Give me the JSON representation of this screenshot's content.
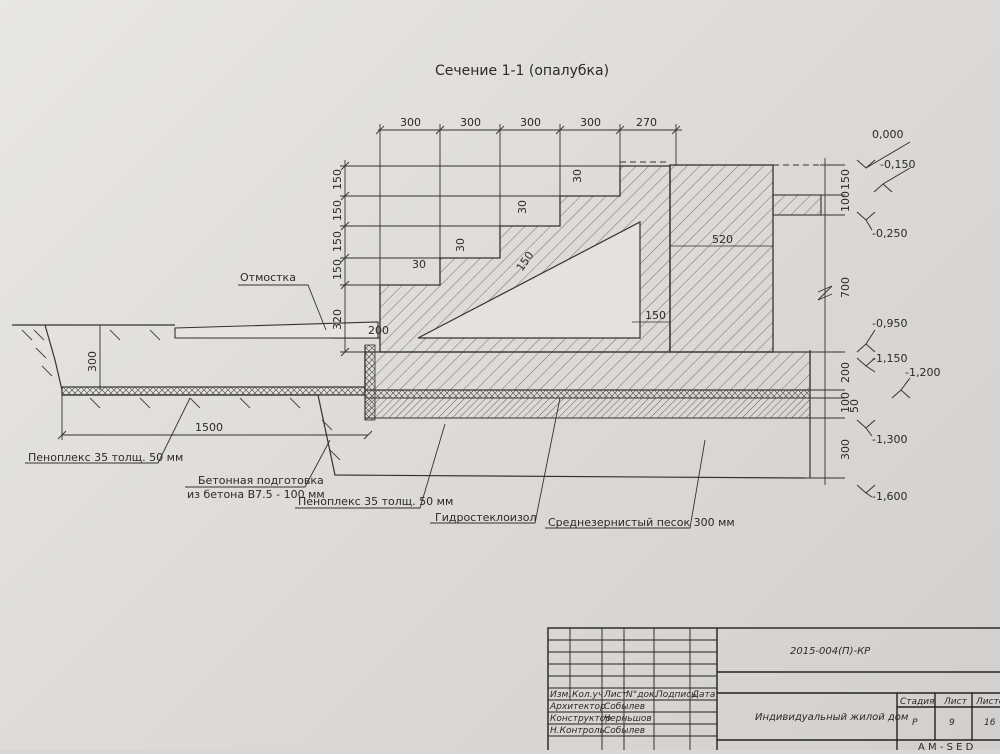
{
  "drawing": {
    "title": "Сечение 1-1 (опалубка)",
    "step_widths": [
      "300",
      "300",
      "300",
      "300",
      "270"
    ],
    "riser_heights": [
      "150",
      "150",
      "150",
      "150",
      "320"
    ],
    "nosing": [
      "30",
      "30",
      "30",
      "30"
    ],
    "slope_thickness": "150",
    "wall_width": "520",
    "rib_width": "150",
    "inner_dim": "200",
    "right_dims": [
      "150",
      "100",
      "700",
      "200",
      "100",
      "50",
      "300"
    ],
    "left_dim": "300",
    "bottom_dim": "1500",
    "levels": [
      "0,000",
      "-0,150",
      "-0,250",
      "-0,950",
      "-1,150",
      "-1,200",
      "-1,300",
      "-1,600"
    ],
    "labels": {
      "otmostka": "Отмостка",
      "penoplex_left": "Пеноплекс 35 толщ. 50 мм",
      "concrete_line1": "Бетонная подготовка",
      "concrete_line2": "из бетона В7.5 - 100 мм",
      "penoplex_right": "Пеноплекс 35 толщ. 50 мм",
      "gidro": "Гидростеклоизол",
      "sand": "Среднезернистый песок 300 мм"
    }
  },
  "title_block": {
    "code": "2015-004(П)-КР",
    "col_headers": [
      "Изм.",
      "Кол.уч",
      "Лист",
      "N°док.",
      "Подпись",
      "Дата"
    ],
    "roles": [
      "Архитектор",
      "Конструктор",
      "Н.Контроль"
    ],
    "names": [
      "Собылев",
      "Черньшов",
      "Собылев"
    ],
    "project": "Индивидуальный жилой дом",
    "stage_headers": [
      "Стадия",
      "Лист",
      "Листов"
    ],
    "stage_values": [
      "Р",
      "9",
      "16"
    ],
    "company": "A M - S E D"
  }
}
